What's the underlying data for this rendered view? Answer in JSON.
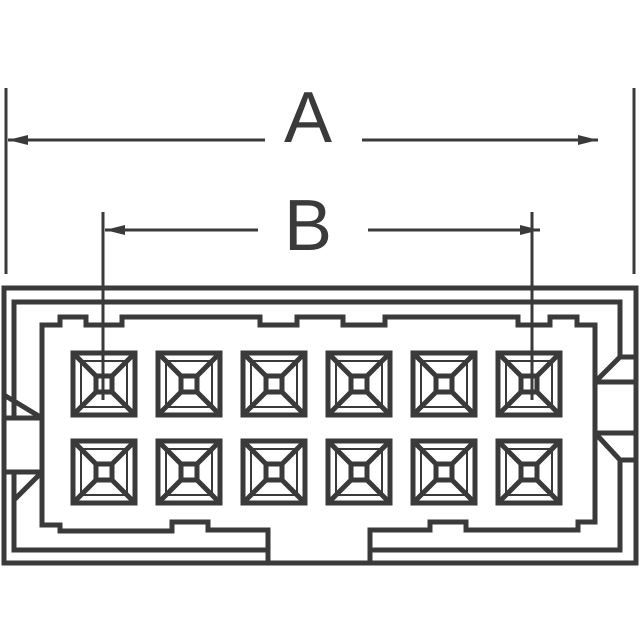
{
  "drawing": {
    "dimensions": [
      {
        "label": "A",
        "description_visible": false
      },
      {
        "label": "B",
        "description_visible": false
      }
    ],
    "pin_grid": {
      "rows": 2,
      "columns": 6
    },
    "colors": {
      "line": "#3a3a3a",
      "background": "#ffffff"
    }
  }
}
